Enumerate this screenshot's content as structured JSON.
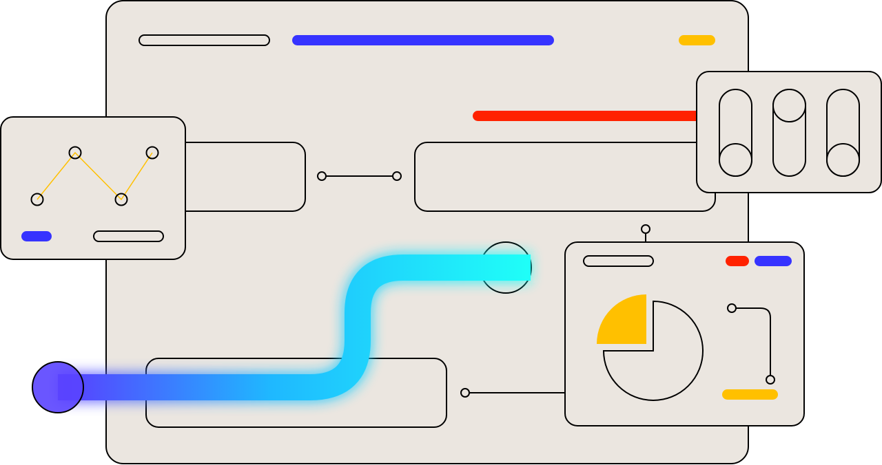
{
  "colors": {
    "panel": "#ebe6e0",
    "stroke": "#000000",
    "blue": "#3633ff",
    "yellow": "#ffc000",
    "red": "#ff2200",
    "cyan": "#1ffff8",
    "purple": "#5a44ff",
    "background": "#ffffff"
  },
  "line_chart": {
    "values": [
      0,
      1,
      0,
      1
    ]
  }
}
